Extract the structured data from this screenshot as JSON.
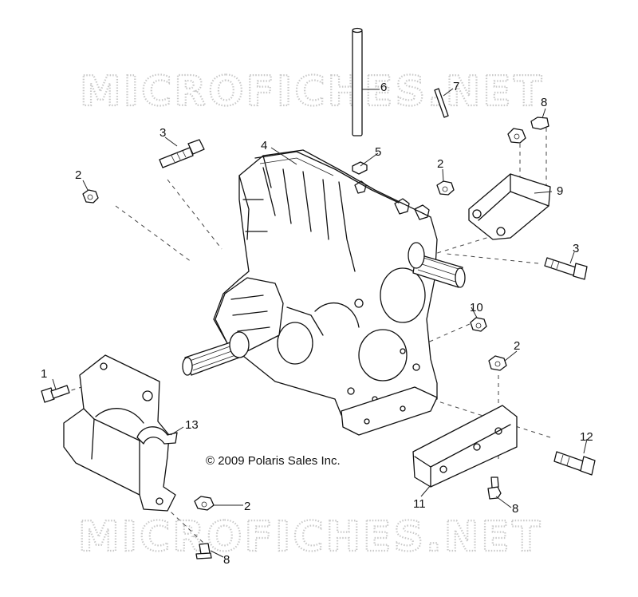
{
  "watermark": {
    "text": "MICROFICHES.NET"
  },
  "copyright": "© 2009 Polaris Sales Inc.",
  "callouts": [
    {
      "id": "c1",
      "text": "1"
    },
    {
      "id": "c2a",
      "text": "2"
    },
    {
      "id": "c2b",
      "text": "2"
    },
    {
      "id": "c2c",
      "text": "2"
    },
    {
      "id": "c2d",
      "text": "2"
    },
    {
      "id": "c3a",
      "text": "3"
    },
    {
      "id": "c3b",
      "text": "3"
    },
    {
      "id": "c4",
      "text": "4"
    },
    {
      "id": "c5",
      "text": "5"
    },
    {
      "id": "c6",
      "text": "6"
    },
    {
      "id": "c7",
      "text": "7"
    },
    {
      "id": "c8a",
      "text": "8"
    },
    {
      "id": "c8b",
      "text": "8"
    },
    {
      "id": "c8c",
      "text": "8"
    },
    {
      "id": "c9",
      "text": "9"
    },
    {
      "id": "c10",
      "text": "10"
    },
    {
      "id": "c11",
      "text": "11"
    },
    {
      "id": "c12",
      "text": "12"
    },
    {
      "id": "c13",
      "text": "13"
    }
  ]
}
